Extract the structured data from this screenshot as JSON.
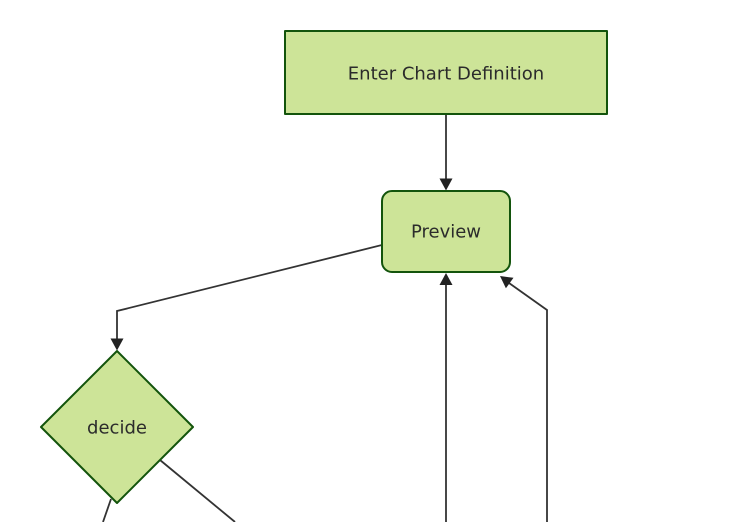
{
  "diagram": {
    "type": "flowchart",
    "orientation": "top-down",
    "nodes": [
      {
        "id": "A",
        "label": "Enter Chart Definition",
        "shape": "rectangle"
      },
      {
        "id": "B",
        "label": "Preview",
        "shape": "rounded-rectangle"
      },
      {
        "id": "C",
        "label": "decide",
        "shape": "diamond"
      }
    ],
    "edges": [
      {
        "from": "Enter Chart Definition",
        "to": "Preview",
        "arrowhead": true
      },
      {
        "from": "Preview",
        "to": "decide",
        "arrowhead": true
      },
      {
        "from": "offscreen-bottom-center",
        "to": "Preview",
        "arrowhead": true
      },
      {
        "from": "offscreen-bottom-right",
        "to": "Preview",
        "arrowhead": true
      },
      {
        "from": "decide",
        "to": "offscreen-bottom-left",
        "arrowhead": false
      },
      {
        "from": "decide",
        "to": "offscreen-bottom-right",
        "arrowhead": false
      }
    ],
    "colors": {
      "background": "#ffffff",
      "node_fill": "#cde498",
      "node_border": "#13540c",
      "edge_stroke": "#333333",
      "arrowhead_fill": "#222222",
      "text": "#2b2b2b"
    }
  }
}
